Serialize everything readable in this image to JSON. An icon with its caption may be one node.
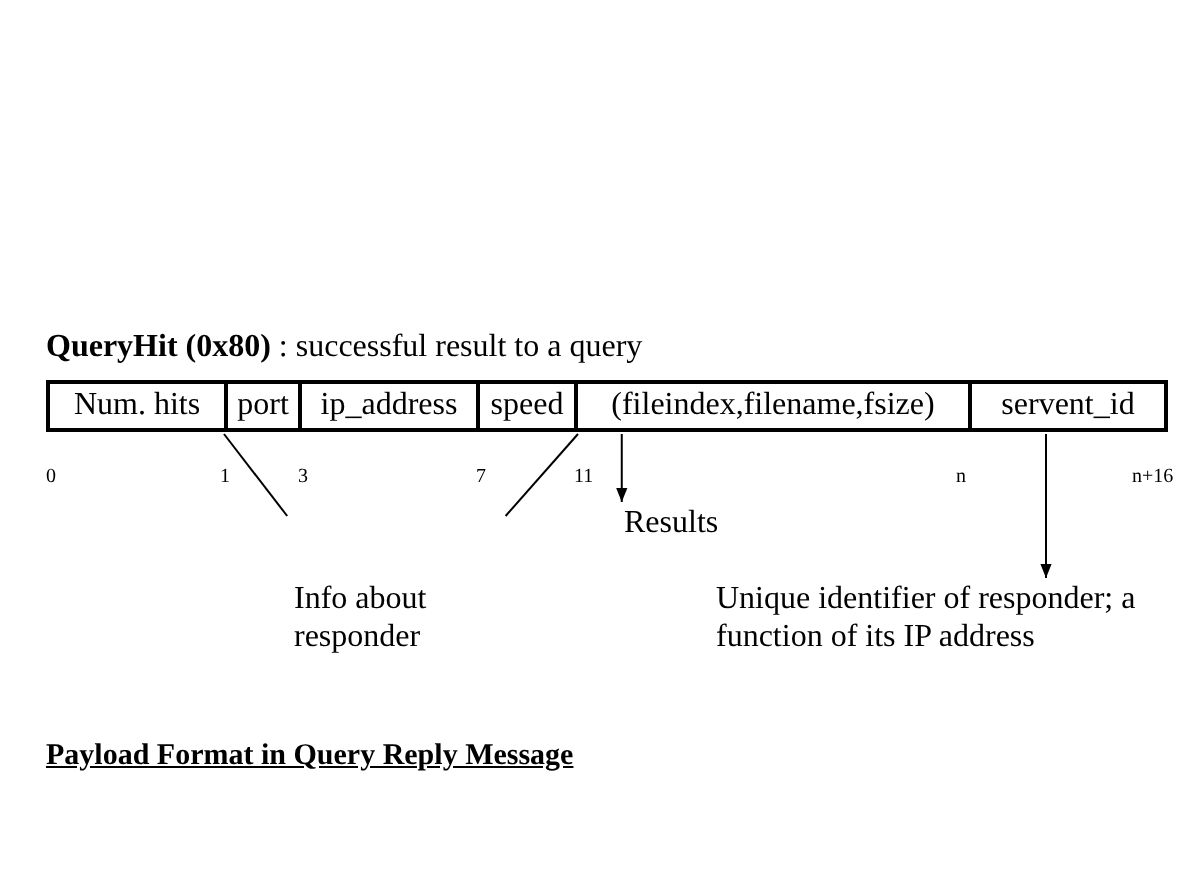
{
  "diagram": {
    "title": "**QueryHit (0x80)** : successful result to a query",
    "caption": "Payload Format in Query Reply Message",
    "nodes": [
      {
        "text": [
          "Num. hits"
        ]
      },
      {
        "text": [
          "port"
        ]
      },
      {
        "text": [
          "ip_address"
        ]
      },
      {
        "text": [
          "speed"
        ]
      },
      {
        "text": [
          "(fileindex,filename,fsize)"
        ]
      },
      {
        "text": [
          "servent_id"
        ]
      },
      {
        "text": [
          "Info about responder"
        ]
      },
      {
        "text": [
          "Results"
        ]
      },
      {
        "text": [
          "Unique identifier of responder; a function of its IP address"
        ]
      }
    ],
    "edges": [
      {
        "from": 6,
        "to": 1,
        "arrow": "none"
      },
      {
        "from": 6,
        "to": 3,
        "arrow": "none"
      },
      {
        "from": 4,
        "to": 7,
        "arrow": "to"
      },
      {
        "from": 5,
        "to": 8,
        "arrow": "to"
      }
    ],
    "labels": [
      "0",
      "1",
      "3",
      "7",
      "11",
      "n",
      "n+16"
    ]
  }
}
